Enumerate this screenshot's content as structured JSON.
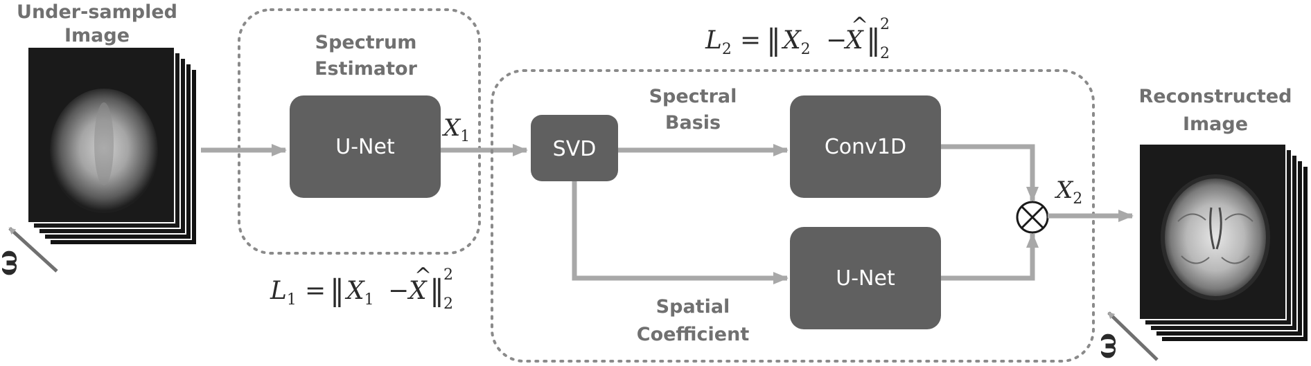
{
  "labels": {
    "input_title_line1": "Under-sampled",
    "input_title_line2": "Image",
    "estimator_title_line1": "Spectrum",
    "estimator_title_line2": "Estimator",
    "spectral_basis_line1": "Spectral",
    "spectral_basis_line2": "Basis",
    "spatial_coef_line1": "Spatial",
    "spatial_coef_line2": "Coefficient",
    "output_title_line1": "Reconstructed",
    "output_title_line2": "Image",
    "omega": "ω"
  },
  "blocks": {
    "unet1": "U-Net",
    "svd": "SVD",
    "conv1d": "Conv1D",
    "unet2": "U-Net"
  },
  "symbols": {
    "x1_base": "X",
    "x1_sub": "1",
    "x2_base": "X",
    "x2_sub": "2",
    "multiply": "⊗"
  },
  "losses": {
    "l1": {
      "lhs": "L",
      "lhs_sub": "1",
      "eq": "=",
      "norm_open": "‖",
      "x": "X",
      "x_sub": "1",
      "minus": "−",
      "xhat": "X",
      "hat": "^",
      "norm_close": "‖",
      "sub": "2",
      "sup": "2"
    },
    "l2": {
      "lhs": "L",
      "lhs_sub": "2",
      "eq": "=",
      "norm_open": "‖",
      "x": "X",
      "x_sub": "2",
      "minus": "−",
      "xhat": "X",
      "hat": "^",
      "norm_close": "‖",
      "sub": "2",
      "sup": "2"
    }
  },
  "colors": {
    "block_fill": "#606060",
    "arrow": "#a8a8a8",
    "label": "#707070",
    "dotted_border": "#8a8a8a",
    "image_bg": "#1a1a1a"
  }
}
